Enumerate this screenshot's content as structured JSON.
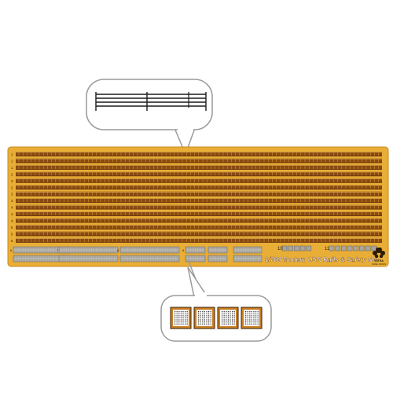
{
  "product": {
    "title": "1/700 Modern USN Rails & Safety Net",
    "brand_top": "TETRA",
    "brand_bottom": "MODEL WORKS"
  },
  "fret": {
    "rail_row_numbers": [
      "1",
      "1",
      "1",
      "2",
      "2",
      "2",
      "3",
      "3",
      "4",
      "4",
      "4",
      "5",
      "5",
      "5"
    ],
    "bottom_part_numbers": [
      "6",
      "7",
      "8",
      "9"
    ],
    "net_part_numbers": [
      "10",
      "11"
    ]
  },
  "colors": {
    "brass": "#e9ae35",
    "brass_light": "#f2c45a",
    "rail_stripe": "#8a4a12",
    "rail_dark": "#5a2e08",
    "part_gray": "#a9a59f",
    "callout_border": "#9a9a9a",
    "text_dark": "#2b1a08",
    "title_text": "#ffffff"
  }
}
